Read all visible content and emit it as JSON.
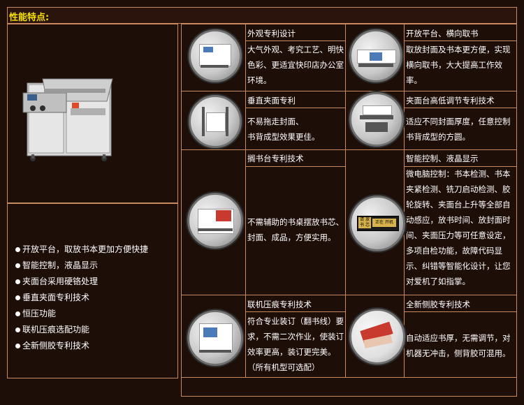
{
  "header": {
    "title": "性能特点:"
  },
  "features": [
    "开放平台，取放书本更加方便快捷",
    "智能控制，液晶显示",
    "夹面台采用硬铬处理",
    "垂直夹面专利技术",
    "恒压功能",
    "联机压痕选配功能",
    "全新侧胶专利技术"
  ],
  "cells": [
    {
      "title": "外观专利设计",
      "desc": "大气外观、考究工艺、明快色彩、更适宜快印店办公室环境。",
      "icon": "machine-exterior-icon"
    },
    {
      "title": "开放平台、横向取书",
      "desc": "取放封面及书本更方便，实现横向取书，大大提高工作效率。",
      "icon": "open-platform-icon"
    },
    {
      "title": "垂直夹面专利",
      "desc": "不易拖走封面、\n书背成型效果更佳。",
      "icon": "vertical-clamp-icon"
    },
    {
      "title": "夹面台高低调节专利技术",
      "desc": "适应不同封面厚度，任意控制书背成型的方圆。",
      "icon": "clamp-adjust-icon"
    },
    {
      "title": "搁书台专利技术",
      "desc": "不需辅助的书桌摆放书芯、封面、成品，方便实用。",
      "icon": "book-rest-icon"
    },
    {
      "title": "智能控制、液晶显示",
      "desc": "微电脑控制：书本检测、书本夹紧检测、铣刀启动检测、胶轮旋转、夹面台上升等全部自动感应，放书时间、放封面时间、夹面压力等可任意设定，多项自检功能，故障代码显示、纠错等智能化设计，让您对爱机了如指掌。",
      "icon": "lcd-display-icon"
    },
    {
      "title": "联机压痕专利技术",
      "desc": "符合专业装订（翻书线）要求，不需二次作业，使装订效率更高，装订更完美。\n（所有机型可选配）",
      "icon": "creasing-unit-icon"
    },
    {
      "title": "全新侧胶专利技术",
      "desc": "自动适应书厚，无需调节，对机器无冲击，侧背胶可混用。",
      "icon": "side-glue-icon"
    }
  ],
  "lcd": {
    "text1": "请 放",
    "text2": "书 芯",
    "text3": "正在 开机"
  },
  "colors": {
    "border": "#c88a5e",
    "title": "#f5e000",
    "bg": "#1e0e08"
  }
}
